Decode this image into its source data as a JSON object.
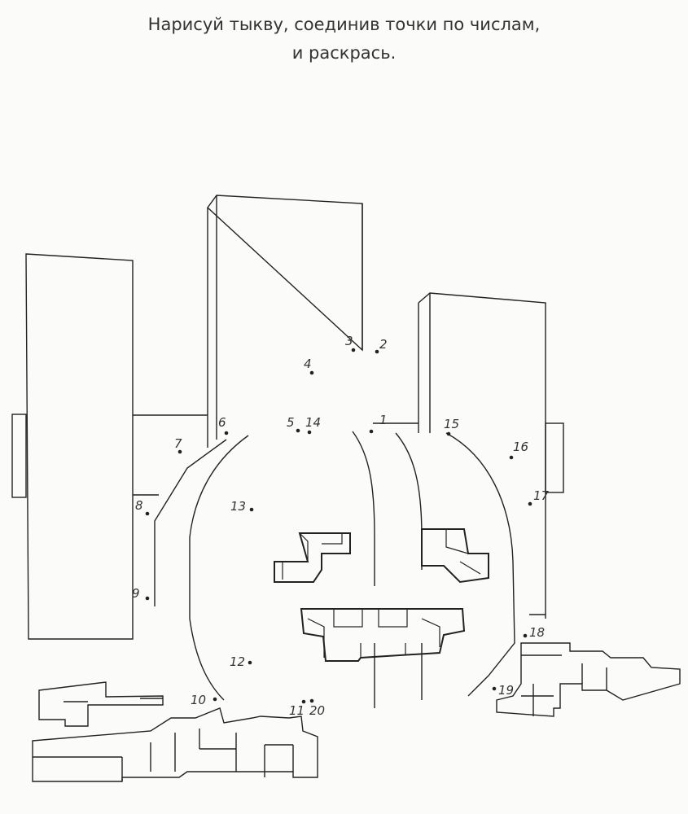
{
  "instruction": {
    "line1": "Нарисуй тыкву, соединив точки по числам,",
    "line2": "и раскрась."
  },
  "dots": [
    {
      "n": "1"
    },
    {
      "n": "2"
    },
    {
      "n": "3"
    },
    {
      "n": "4"
    },
    {
      "n": "5"
    },
    {
      "n": "6"
    },
    {
      "n": "7"
    },
    {
      "n": "8"
    },
    {
      "n": "9"
    },
    {
      "n": "10"
    },
    {
      "n": "11"
    },
    {
      "n": "12"
    },
    {
      "n": "13"
    },
    {
      "n": "14"
    },
    {
      "n": "15"
    },
    {
      "n": "16"
    },
    {
      "n": "17"
    },
    {
      "n": "18"
    },
    {
      "n": "19"
    },
    {
      "n": "20"
    }
  ]
}
